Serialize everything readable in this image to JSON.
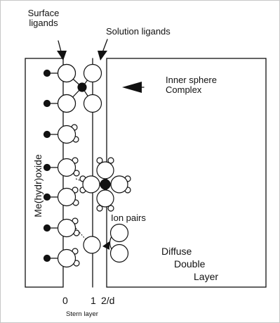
{
  "labels": {
    "surface_ligands": [
      "Surface",
      "ligands"
    ],
    "solution_ligands": "Solution ligands",
    "inner_sphere_complex": [
      "Inner sphere",
      "Complex"
    ],
    "mineral": "Me(hydr)oxide",
    "ion_pairs": "Ion pairs",
    "diffuse_double_layer": [
      "Diffuse",
      "Double",
      "Layer"
    ],
    "plane_labels": [
      "0",
      "1",
      "2/d"
    ],
    "stern_layer": "Stern layer"
  },
  "colors": {
    "line": "#111111",
    "fill_ligand": "#ffffff",
    "fill_metal": "#111111",
    "frame": "#c7c7c7"
  }
}
